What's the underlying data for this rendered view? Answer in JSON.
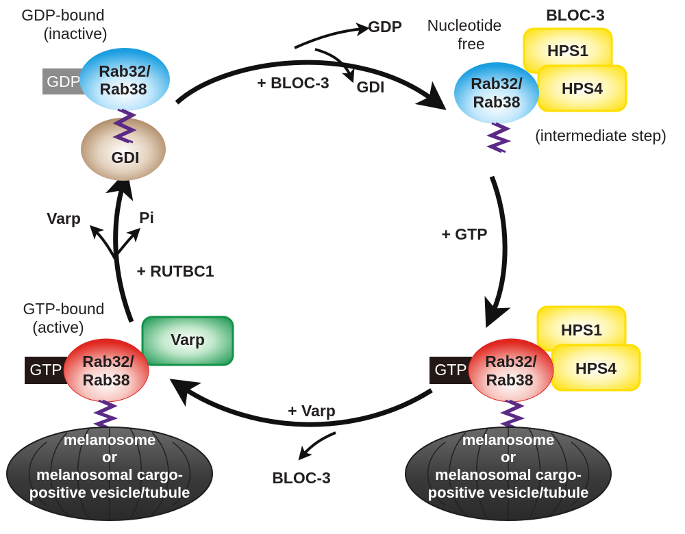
{
  "states": {
    "gdp_bound": {
      "title_line1": "GDP-bound",
      "title_line2": "(inactive)",
      "nucleotide_tag": "GDP",
      "rab_line1": "Rab32/",
      "rab_line2": "Rab38",
      "gdi_label": "GDI"
    },
    "nucleotide_free": {
      "title_line1": "Nucleotide",
      "title_line2": "free",
      "complex_name": "BLOC-3",
      "hps1": "HPS1",
      "hps4": "HPS4",
      "rab_line1": "Rab32/",
      "rab_line2": "Rab38",
      "note": "(intermediate step)"
    },
    "gtp_bound_right": {
      "nucleotide_tag": "GTP",
      "rab_line1": "Rab32/",
      "rab_line2": "Rab38",
      "hps1": "HPS1",
      "hps4": "HPS4",
      "organelle": [
        "melanosome",
        "or",
        "melanosomal cargo-",
        "positive vesicle/tubule"
      ]
    },
    "gtp_bound_left": {
      "title_line1": "GTP-bound",
      "title_line2": "(active)",
      "nucleotide_tag": "GTP",
      "rab_line1": "Rab32/",
      "rab_line2": "Rab38",
      "varp_label": "Varp",
      "organelle": [
        "melanosome",
        "or",
        "melanosomal cargo-",
        "positive vesicle/tubule"
      ]
    }
  },
  "transitions": {
    "top": {
      "add": "+ BLOC-3",
      "release_1": "GDP",
      "release_2": "GDI"
    },
    "right": {
      "add": "+ GTP"
    },
    "bottom": {
      "add": "+ Varp",
      "release": "BLOC-3"
    },
    "left": {
      "add": "+ RUTBC1",
      "release_1": "Varp",
      "release_2": "Pi"
    }
  },
  "colors": {
    "rab_inactive": "#27a8e0",
    "rab_active": "#e02a2a",
    "gdi": "#a67c52",
    "hps": "#ffe21a",
    "varp": "#1e9a4a",
    "gdp_tag": "#8c8c8c",
    "gtp_tag": "#231815",
    "lipid_tail": "#5b2a86",
    "organelle": "#3d3d3d",
    "arrow": "#111111"
  }
}
